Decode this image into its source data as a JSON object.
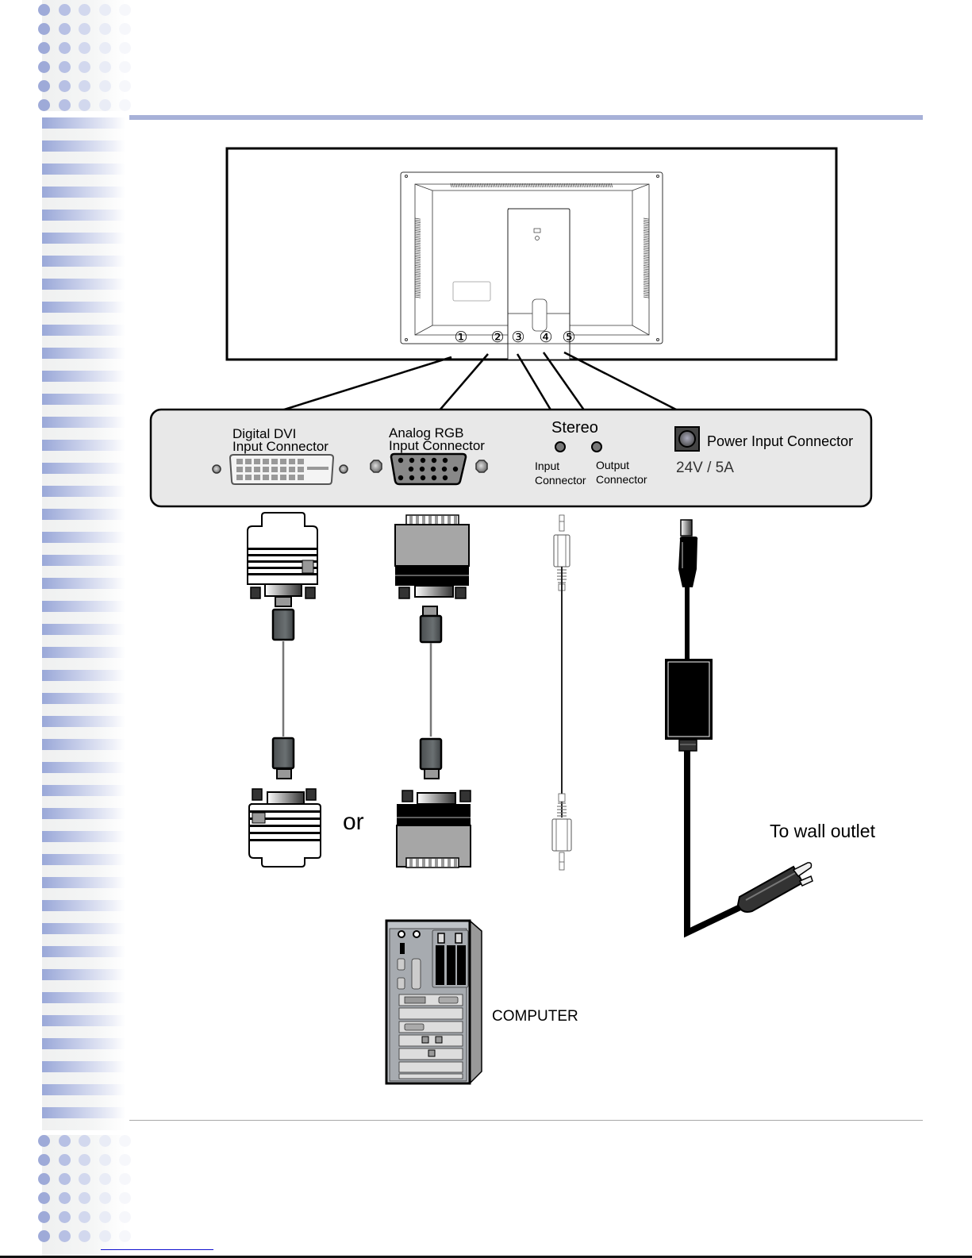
{
  "page": {
    "decoration": {
      "accent_color": "#a7b1d8",
      "rule_color": "#a8a8a8"
    }
  },
  "monitor": {
    "callouts": [
      "①",
      "②",
      "③",
      "④",
      "⑤"
    ]
  },
  "panel": {
    "dvi_label_line1": "Digital DVI",
    "dvi_label_line2": "Input Connector",
    "rgb_label_line1": "Analog RGB",
    "rgb_label_line2": "Input Connector",
    "stereo_title": "Stereo",
    "stereo_input_line1": "Input",
    "stereo_input_line2": "Connector",
    "stereo_output_line1": "Output",
    "stereo_output_line2": "Connector",
    "power_label": "Power Input Connector",
    "power_rating": "24V / 5A"
  },
  "cables": {
    "or_label": "or",
    "wall_outlet_label": "To wall outlet",
    "computer_label": "COMPUTER"
  }
}
